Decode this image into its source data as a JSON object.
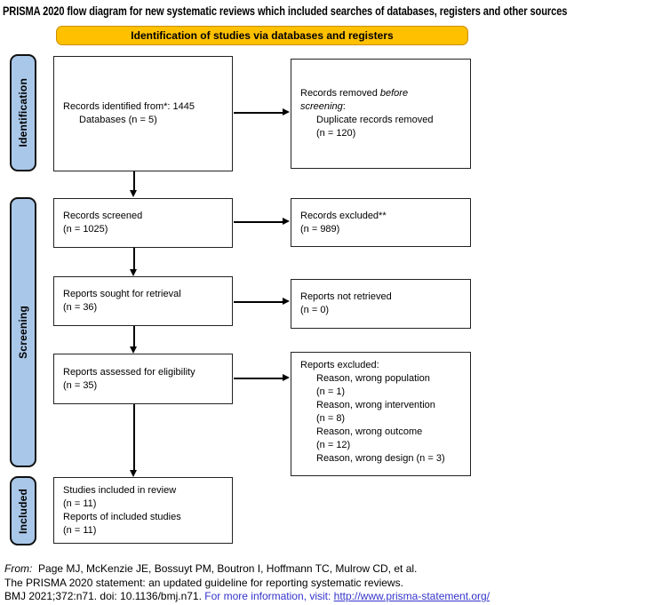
{
  "colors": {
    "banner-bg": "#FFC000",
    "sidebar-bg": "#A9C7E8",
    "link-color": "#3333CC"
  },
  "title": "PRISMA 2020 flow diagram for new systematic reviews which included searches of databases, registers and other sources",
  "banner": "Identification of studies via databases and registers",
  "sidebar": {
    "identification": "Identification",
    "screening": "Screening",
    "included": "Included"
  },
  "boxes": {
    "identified": {
      "l1": "Records identified from*: 1445",
      "l2": "Databases (n = 5)"
    },
    "removed": {
      "l1a": "Records removed ",
      "l1b": "before",
      "l2a": "screening",
      "l2b": ":",
      "l3": "Duplicate records removed",
      "l4": "(n = 120)"
    },
    "screened": {
      "l1": "Records screened",
      "l2": "(n = 1025)"
    },
    "records_excluded": {
      "l1": "Records excluded**",
      "l2": "(n = 989)"
    },
    "sought": {
      "l1": "Reports sought for retrieval",
      "l2": "(n = 36)"
    },
    "not_retrieved": {
      "l1": "Reports not retrieved",
      "l2": "(n = 0)"
    },
    "assessed": {
      "l1": "Reports assessed for eligibility",
      "l2": "(n = 35)"
    },
    "reports_excluded": {
      "l1": "Reports excluded:",
      "l2": "Reason, wrong population",
      "l3": "(n = 1)",
      "l4": "Reason, wrong intervention",
      "l5": "(n = 8)",
      "l6": "Reason, wrong outcome",
      "l7": "(n = 12)",
      "l8": "Reason, wrong design (n = 3)"
    },
    "included": {
      "l1": "Studies included in review",
      "l2": "(n = 11)",
      "l3": "Reports of included studies",
      "l4": "(n = 11)"
    }
  },
  "footer": {
    "from_label": "From:",
    "authors": "  Page MJ, McKenzie JE, Bossuyt PM, Boutron I, Hoffmann TC, Mulrow CD, et al.",
    "statement": "The PRISMA 2020 statement: an updated guideline for reporting systematic reviews.",
    "citation": "BMJ 2021;372:n71. doi: 10.1136/bmj.n71. ",
    "more_info": "For more information, visit: ",
    "link": "http://www.prisma-statement.org/"
  }
}
